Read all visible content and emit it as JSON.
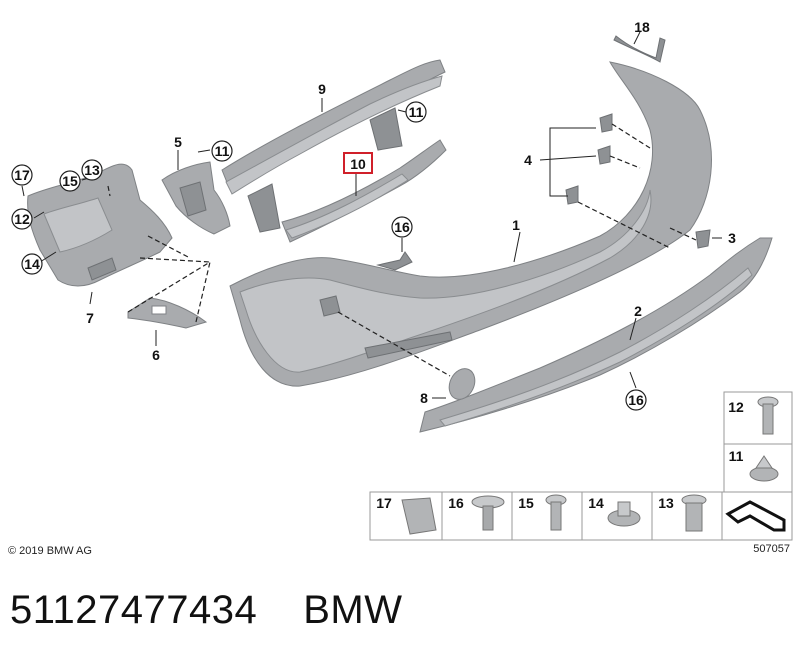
{
  "diagram": {
    "callouts": {
      "c1": "1",
      "c2": "2",
      "c3": "3",
      "c4": "4",
      "c5": "5",
      "c6": "6",
      "c7": "7",
      "c8": "8",
      "c9": "9",
      "c10": "10",
      "c11a": "11",
      "c11b": "11",
      "c12": "12",
      "c13": "13",
      "c14": "14",
      "c15": "15",
      "c16a": "16",
      "c16b": "16",
      "c17": "17",
      "c18": "18"
    },
    "fastener_table": {
      "top": [
        "12",
        "11"
      ],
      "bottom": [
        "17",
        "16",
        "15",
        "14",
        "13"
      ]
    },
    "copyright": "© 2019 BMW AG",
    "diagram_number": "507057",
    "highlight_color": "#d0202a"
  },
  "footer": {
    "part_number": "51127477434",
    "brand": "BMW"
  }
}
